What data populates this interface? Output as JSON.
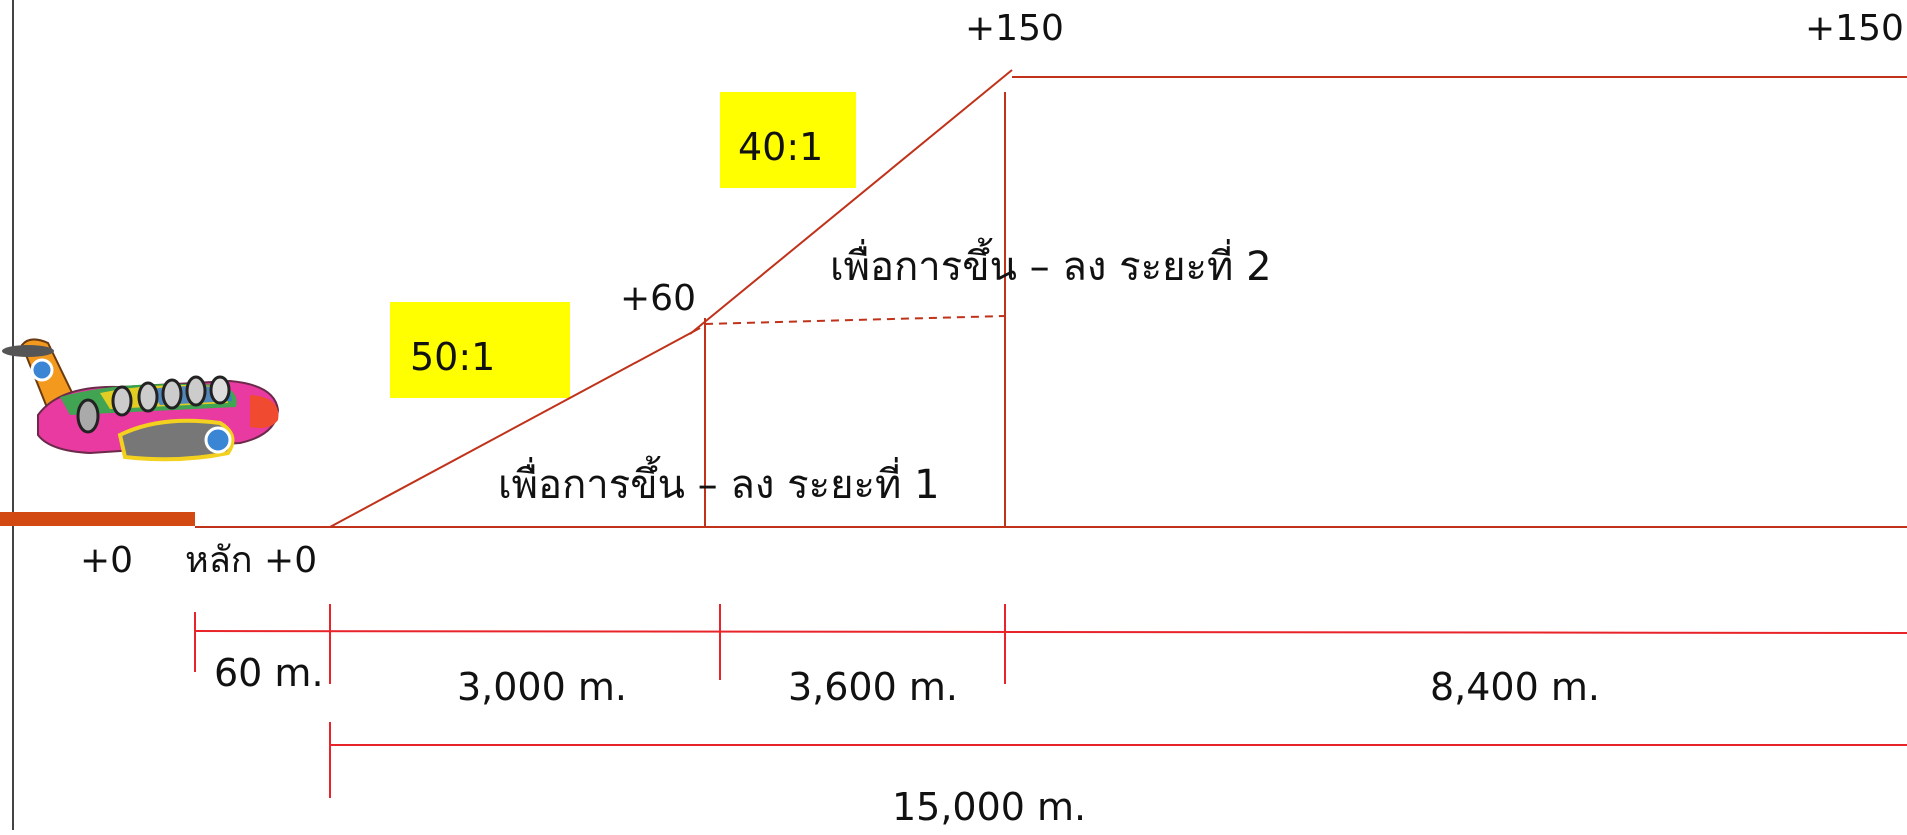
{
  "colors": {
    "line": "#c0321a",
    "dim": "#e8242a",
    "runway": "#d24a12",
    "highlight": "#ffff00",
    "text": "#111111"
  },
  "slopes": [
    {
      "ratio": "50:1",
      "height_from": 0,
      "height_to": 60,
      "run": 3000
    },
    {
      "ratio": "40:1",
      "height_from": 60,
      "height_to": 150,
      "run": 3600
    }
  ],
  "elevations": {
    "runway_end": "+0",
    "datum": "หลัก +0",
    "mid": "+60",
    "top_left": "+150",
    "top_right": "+150"
  },
  "phases": {
    "phase1": "เพื่อการขึ้น – ลง ระยะที่ 1",
    "phase2": "เพื่อการขึ้น – ลง ระยะที่ 2"
  },
  "distances": {
    "offset": "60 m.",
    "seg1": "3,000 m.",
    "seg2": "3,600 m.",
    "seg3": "8,400 m.",
    "total": "15,000 m."
  },
  "icons": {
    "aircraft": "cartoon-airplane-icon"
  }
}
